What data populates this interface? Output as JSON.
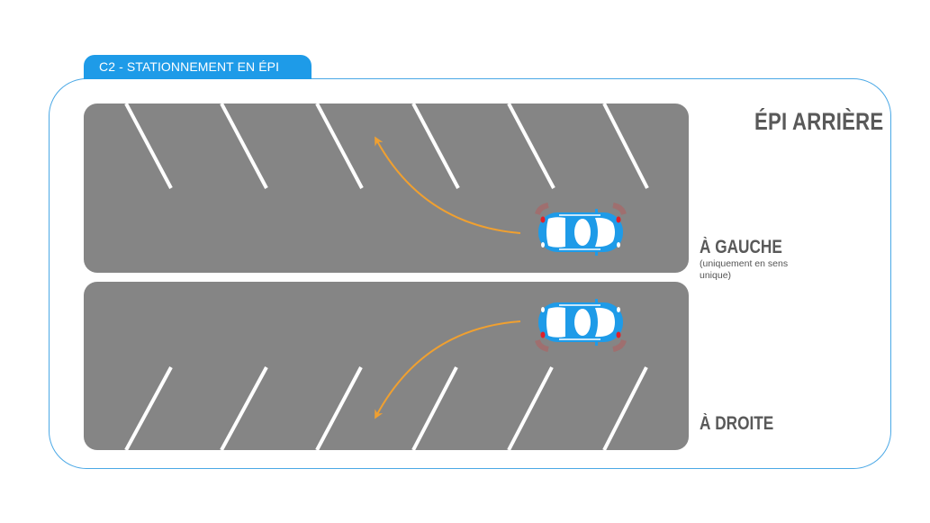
{
  "header": {
    "tab_label": "C2 - STATIONNEMENT EN ÉPI"
  },
  "diagram": {
    "title": "ÉPI ARRIÈRE",
    "left_label": "À GAUCHE",
    "left_note": "(uniquement en sens unique)",
    "right_label": "À DROITE"
  },
  "colors": {
    "accent": "#1e9be8",
    "road": "#858585",
    "stripe": "#ffffff",
    "arrow": "#f0a030",
    "car": "#1e9be8",
    "text": "#595959"
  }
}
